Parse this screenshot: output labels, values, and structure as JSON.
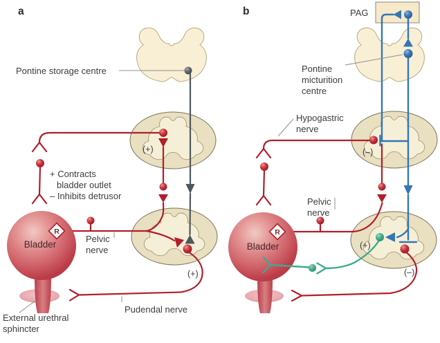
{
  "figure": {
    "panel_a": {
      "panel_letter": "a",
      "pontine_storage_label": "Pontine storage centre",
      "sympathetic_note_line1": "+ Contracts",
      "sympathetic_note_line2": "bladder outlet",
      "sympathetic_note_line3": "– Inhibits detrusor",
      "bladder_label": "Bladder",
      "receptor_label": "R",
      "pelvic_nerve_line1": "Pelvic",
      "pelvic_nerve_line2": "nerve",
      "plus_thoracolumbar": "(+)",
      "plus_sacral": "(+)",
      "pudendal_nerve_label": "Pudendal nerve",
      "sphincter_label_line1": "External urethral",
      "sphincter_label_line2": "sphincter"
    },
    "panel_b": {
      "panel_letter": "b",
      "pag_label": "PAG",
      "pontine_micturition_line1": "Pontine",
      "pontine_micturition_line2": "micturition",
      "pontine_micturition_line3": "centre",
      "hypogastric_nerve_line1": "Hypogastric",
      "hypogastric_nerve_line2": "nerve",
      "pelvic_nerve_line1": "Pelvic",
      "pelvic_nerve_line2": "nerve",
      "bladder_label": "Bladder",
      "receptor_label": "R",
      "minus_thoracolumbar": "(–)",
      "plus_sacral": "(+)",
      "minus_sacral": "(–)"
    },
    "colors": {
      "sympathetic_somatic_red": "#b21e2b",
      "spinobulbospinal_blue": "#3476b4",
      "parasympathetic_green": "#3dab8c",
      "storage_pathway_gray": "#4f575e",
      "spinal_cord_tan": "#e9dfc1",
      "brainstem_cream": "#f9efd5",
      "pag_box_fill": "#f6e9c9"
    }
  }
}
